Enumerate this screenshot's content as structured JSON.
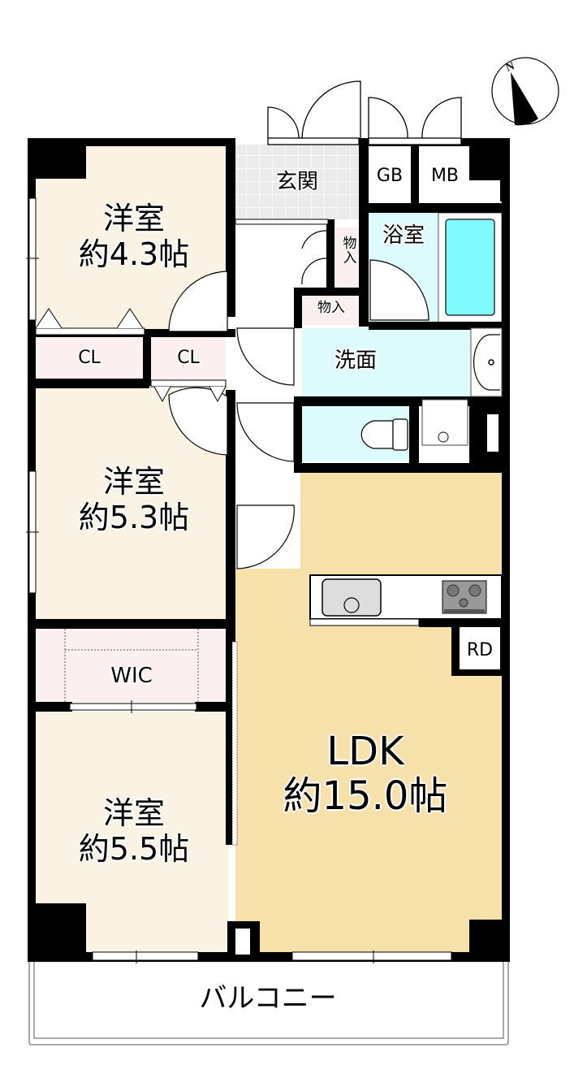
{
  "floor_plan": {
    "compass": {
      "label": "N",
      "direction": "north-north-west"
    },
    "rooms": [
      {
        "id": "western-room-1",
        "name": "洋室",
        "size": "約4.3帖",
        "color": "#FAF3E3"
      },
      {
        "id": "western-room-2",
        "name": "洋室",
        "size": "約5.3帖",
        "color": "#FAF3E3"
      },
      {
        "id": "western-room-3",
        "name": "洋室",
        "size": "約5.5帖",
        "color": "#FAF3E3"
      },
      {
        "id": "ldk",
        "name": "LDK",
        "size": "約15.0帖",
        "color": "#F7E1AA"
      },
      {
        "id": "entrance",
        "name": "玄関",
        "color": "#EBEBEB"
      },
      {
        "id": "bathroom",
        "name": "浴室",
        "color": "#DDFBFD"
      },
      {
        "id": "washroom",
        "name": "洗面",
        "color": "#DDFBFD"
      },
      {
        "id": "toilet",
        "name": "",
        "color": "#DDFBFD"
      },
      {
        "id": "closet-1",
        "name": "CL",
        "color": "#FCEFEF"
      },
      {
        "id": "closet-2",
        "name": "CL",
        "color": "#FCEFEF"
      },
      {
        "id": "wic",
        "name": "WIC",
        "color": "#FCEFEF"
      },
      {
        "id": "storage-1",
        "name": "物入",
        "color": "#FCEFEF"
      },
      {
        "id": "storage-2",
        "name": "物入",
        "color": "#FCEFEF"
      },
      {
        "id": "gas-box",
        "name": "GB"
      },
      {
        "id": "meter-box",
        "name": "MB"
      },
      {
        "id": "refrigerator",
        "name": "RD"
      },
      {
        "id": "balcony",
        "name": "バルコニー"
      }
    ],
    "colors": {
      "wall": "#000000",
      "bathtub": "#7FFBFF",
      "hallway": "#FFFFFF"
    }
  }
}
